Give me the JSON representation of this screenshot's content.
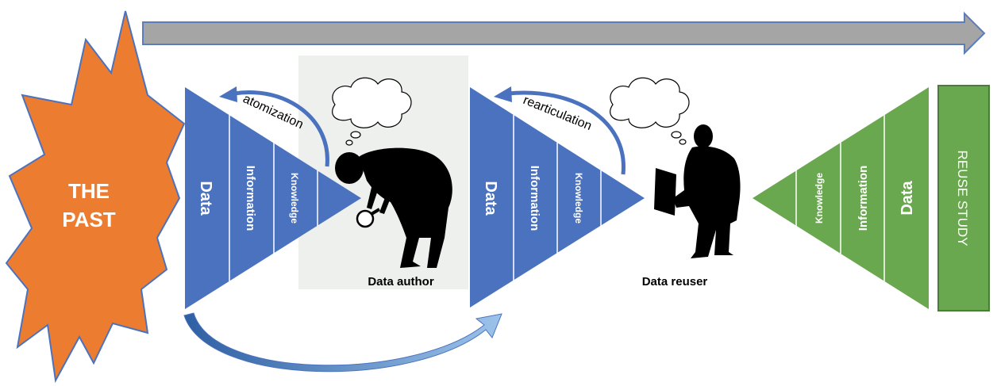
{
  "diagram": {
    "past_label_line1": "THE",
    "past_label_line2": "PAST",
    "reuse_study_label": "REUSE STUDY",
    "author_triangle": {
      "layers": [
        "Data",
        "Information",
        "Knowledge"
      ],
      "process_label": "atomization"
    },
    "reuser_triangle": {
      "layers": [
        "Data",
        "Information",
        "Knowledge"
      ],
      "process_label": "rearticulation"
    },
    "reuse_triangle": {
      "layers": [
        "Knowledge",
        "Information",
        "Data"
      ]
    },
    "data_author_caption": "Data author",
    "data_reuser_caption": "Data reuser",
    "icons": {
      "timeline": "timeline-arrow-icon",
      "past": "starburst-icon",
      "author": "person-bending-magnifier-icon",
      "reuser": "person-laptop-icon",
      "thought": "thought-bubble-icon"
    },
    "colors": {
      "blue": "#4a72be",
      "green": "#6aa84f",
      "orange": "#ec7c30",
      "timeline": "#a5a5a5"
    }
  }
}
